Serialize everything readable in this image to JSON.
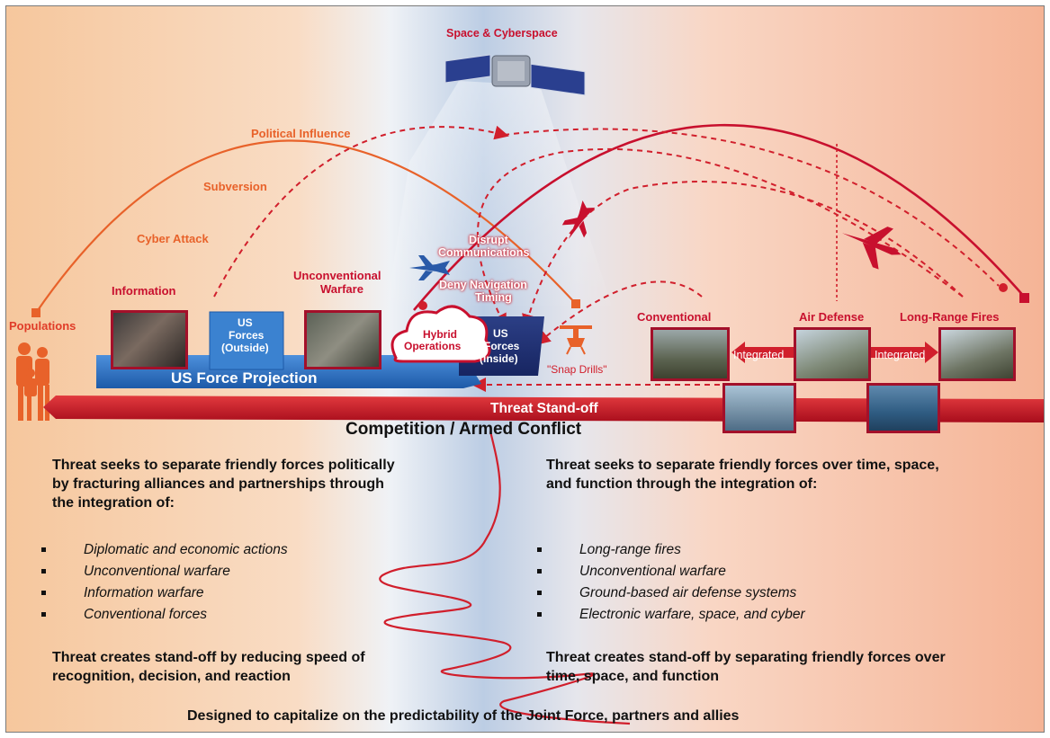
{
  "top": {
    "space_label": "Space & Cyberspace",
    "political_influence": "Political Influence",
    "subversion": "Subversion",
    "cyber_attack": "Cyber Attack",
    "information": "Information",
    "unconventional_warfare_1": "Unconventional",
    "unconventional_warfare_2": "Warfare",
    "populations": "Populations",
    "disrupt_1": "Disrupt",
    "disrupt_2": "Communications",
    "deny_1": "Deny Navigation",
    "deny_2": "Timing",
    "hybrid_1": "Hybrid",
    "hybrid_2": "Operations",
    "us_outside_1": "US",
    "us_outside_2": "Forces",
    "us_outside_3": "(Outside)",
    "us_inside_1": "US",
    "us_inside_2": "Forces",
    "us_inside_3": "(Inside)",
    "snap_drills": "\"Snap Drills\"",
    "us_force_projection": "US Force Projection",
    "conventional": "Conventional",
    "air_defense": "Air Defense",
    "long_range_fires": "Long-Range Fires",
    "integrated_1": "Integrated",
    "integrated_2": "Integrated",
    "threat_standoff": "Threat Stand-off",
    "competition": "Competition / Armed Conflict"
  },
  "left": {
    "heading_1": "Threat seeks to separate friendly forces politically",
    "heading_2": "by fracturing alliances and partnerships through",
    "heading_3": "the integration of:",
    "bullets": [
      "Diplomatic and economic actions",
      "Unconventional warfare",
      "Information warfare",
      "Conventional forces"
    ],
    "footer_1": "Threat creates stand-off by reducing speed of",
    "footer_2": "recognition, decision, and reaction"
  },
  "right": {
    "heading_1": "Threat seeks to separate friendly forces over time, space,",
    "heading_2": "and function through the integration of:",
    "bullets": [
      "Long-range fires",
      "Unconventional warfare",
      "Ground-based air defense systems",
      "Electronic warfare, space, and cyber"
    ],
    "footer_1": "Threat creates stand-off by separating friendly forces over",
    "footer_2": "time, space, and function"
  },
  "bottom_line": "Designed to capitalize on the predictability of the Joint Force, partners and allies",
  "colors": {
    "threat_red": "#d11f2c",
    "accent_orange": "#e8622a",
    "us_blue": "#2a6fc4"
  }
}
